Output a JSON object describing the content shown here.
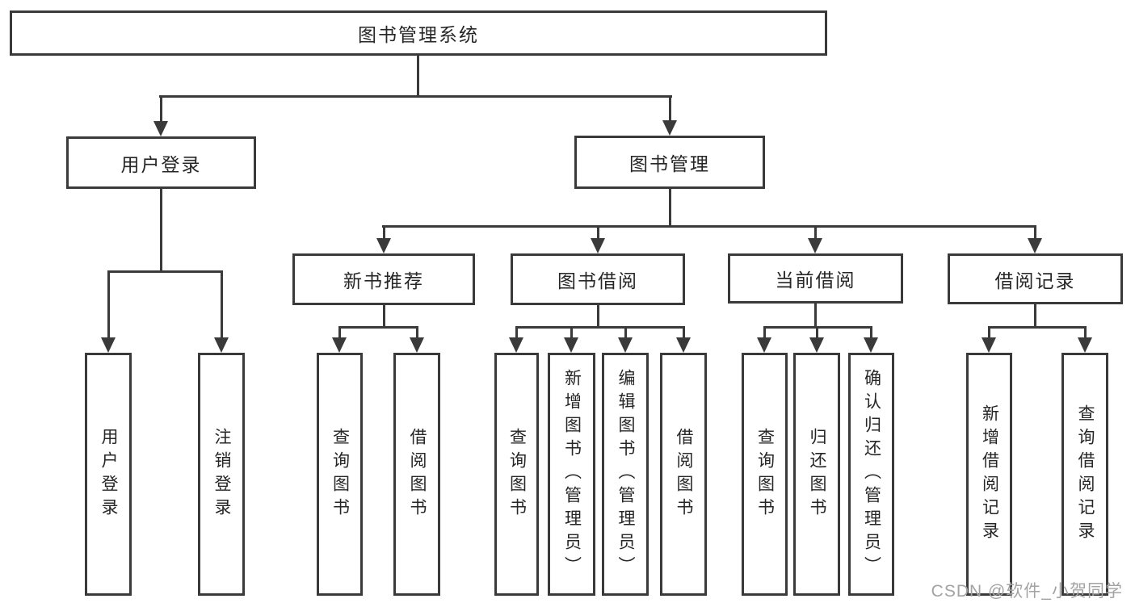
{
  "diagram": {
    "root": {
      "label": "图书管理系统"
    },
    "level2": [
      {
        "label": "用户登录"
      },
      {
        "label": "图书管理"
      }
    ],
    "level3": [
      {
        "label": "新书推荐"
      },
      {
        "label": "图书借阅"
      },
      {
        "label": "当前借阅"
      },
      {
        "label": "借阅记录"
      }
    ],
    "leaves": {
      "user_login": [
        {
          "label": "用户登录"
        },
        {
          "label": "注销登录"
        }
      ],
      "new_book": [
        {
          "label": "查询图书"
        },
        {
          "label": "借阅图书"
        }
      ],
      "book_borrow": [
        {
          "label": "查询图书"
        },
        {
          "label": "新增图书（管理员）"
        },
        {
          "label": "编辑图书（管理员）"
        },
        {
          "label": "借阅图书"
        }
      ],
      "current_borrow": [
        {
          "label": "查询图书"
        },
        {
          "label": "归还图书"
        },
        {
          "label": "确认归还（管理员）"
        }
      ],
      "borrow_record": [
        {
          "label": "新增借阅记录"
        },
        {
          "label": "查询借阅记录"
        }
      ]
    }
  },
  "watermark": "CSDN @软件_小贺同学",
  "colors": {
    "line": "#3a3a3a",
    "text": "#262626",
    "watermark": "#a3a3a3",
    "background": "#ffffff"
  }
}
